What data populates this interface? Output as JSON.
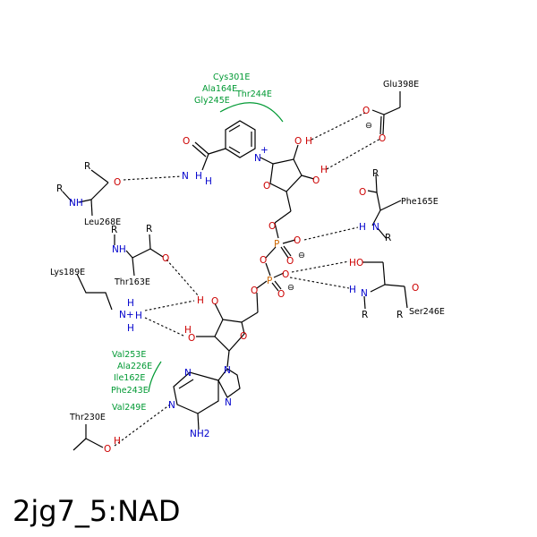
{
  "title": "2jg7_5:NAD",
  "residues": {
    "glu398": "Glu398E",
    "leu268": "Leu268E",
    "phe165": "Phe165E",
    "thr163": "Thr163E",
    "lys189": "Lys189E",
    "ser246": "Ser246E",
    "thr230": "Thr230E"
  },
  "hydrophobic_top": [
    "Cys301E",
    "Ala164E",
    "Gly245E",
    "Thr244E"
  ],
  "hydrophobic_left": [
    "Val253E",
    "Ala226E",
    "Ile162E",
    "Phe243E",
    "Val249E"
  ],
  "atoms": {
    "O": "O",
    "N": "N",
    "H": "H",
    "NH": "NH",
    "NH2": "NH2",
    "R": "R",
    "plus": "+",
    "minus": "⊖",
    "P": "P",
    "N_plus": "N+",
    "H_suffix": "H"
  },
  "colors": {
    "carbon": "#000000",
    "nitrogen": "#0000cc",
    "oxygen": "#cc0000",
    "phosphorus": "#cc6600",
    "hydrophobic": "#009933"
  }
}
